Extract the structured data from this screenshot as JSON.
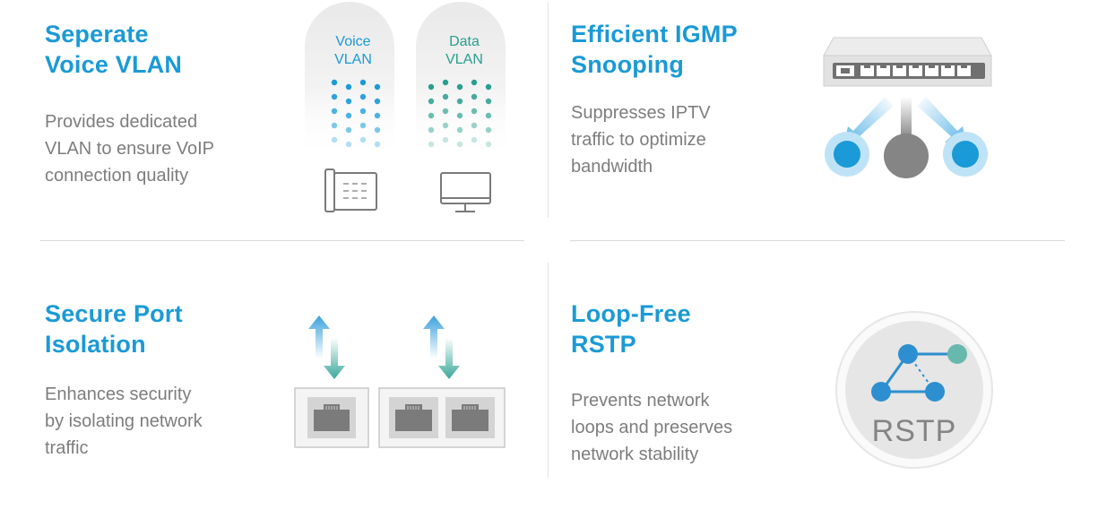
{
  "features": {
    "voice_vlan": {
      "title_lines": [
        "Seperate",
        "Voice VLAN"
      ],
      "desc_lines": [
        "Provides dedicated",
        "VLAN to ensure VoIP",
        "connection quality"
      ],
      "labels": {
        "voice": [
          "Voice",
          "VLAN"
        ],
        "data": [
          "Data",
          "VLAN"
        ]
      }
    },
    "igmp": {
      "title_lines": [
        "Efficient IGMP",
        "Snooping"
      ],
      "desc_lines": [
        "Suppresses IPTV",
        "traffic to optimize",
        "bandwidth"
      ]
    },
    "port_isolation": {
      "title_lines": [
        "Secure Port",
        "Isolation"
      ],
      "desc_lines": [
        "Enhances security",
        "by isolating network",
        "traffic"
      ]
    },
    "rstp": {
      "title_lines": [
        "Loop-Free",
        "RSTP"
      ],
      "desc_lines": [
        "Prevents network",
        "loops and preserves",
        "network stability"
      ],
      "badge": "RSTP"
    }
  },
  "icons": {
    "voice_vlan": [
      "voice-vlan-pill-icon",
      "data-vlan-pill-icon",
      "desk-phone-icon",
      "desktop-monitor-icon"
    ],
    "igmp": [
      "network-switch-icon",
      "multicast-arrows-icon",
      "client-node-icon"
    ],
    "port_isolation": [
      "up-down-arrows-icon",
      "ethernet-port-icon"
    ],
    "rstp": [
      "spanning-tree-icon"
    ]
  },
  "colors": {
    "title": "#1a9ad6",
    "text": "#7d7d7d",
    "accent_blue": "#1a9ad6",
    "accent_teal": "#3aa89a",
    "divider": "#dcdcdc"
  }
}
